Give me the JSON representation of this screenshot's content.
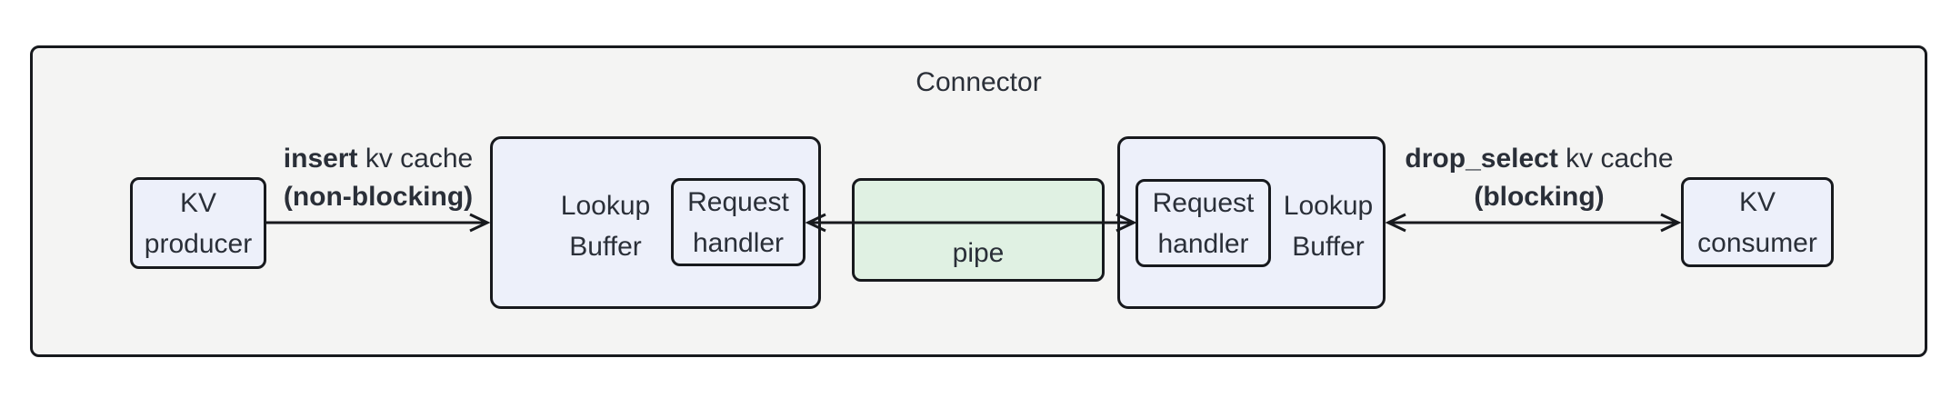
{
  "diagram": {
    "title": "Connector",
    "colors": {
      "canvas_bg": "#ffffff",
      "container_fill": "#f4f4f3",
      "container_border": "#17191d",
      "node_fill": "#edf0fa",
      "node_border": "#17191d",
      "pipe_fill": "#e0f1e3",
      "text": "#2a2f38",
      "arrow": "#17191d"
    },
    "nodes": {
      "kv_producer": {
        "line1": "KV",
        "line2": "producer"
      },
      "lookup_buffer_left": {
        "line1": "Lookup",
        "line2": "Buffer"
      },
      "request_handler_left": {
        "line1": "Request",
        "line2": "handler"
      },
      "pipe": {
        "label": "pipe"
      },
      "request_handler_right": {
        "line1": "Request",
        "line2": "handler"
      },
      "lookup_buffer_right": {
        "line1": "Lookup",
        "line2": "Buffer"
      },
      "kv_consumer": {
        "line1": "KV",
        "line2": "consumer"
      }
    },
    "edges": {
      "insert": {
        "bold": "insert",
        "rest": " kv cache",
        "line2": "(non-blocking)"
      },
      "drop_select": {
        "bold": "drop_select",
        "rest": " kv cache",
        "line2": "(blocking)"
      }
    }
  }
}
